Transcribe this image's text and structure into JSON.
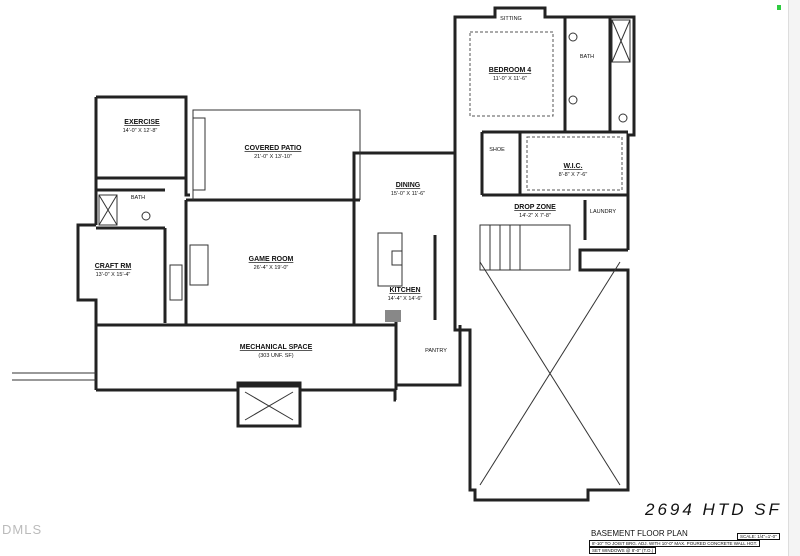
{
  "plan": {
    "title": "BASEMENT FLOOR PLAN",
    "heated_sf": "2694 HTD SF",
    "scale": "SCALE: 1/4\"=1'-0\"",
    "note_line1": "8'-10\" TO JOIST BRG. ADJ. WITH 10'-0\" MAX. POURED CONCRETE WALL HGT.",
    "note_line2": "SET WINDOWS @ 8'-0\" (T.O.)",
    "watermark": "DMLS"
  },
  "rooms": {
    "exercise": {
      "name": "EXERCISE",
      "dim": "14'-0\" X 12'-8\""
    },
    "covered_patio": {
      "name": "COVERED PATIO",
      "dim": "21'-0\" X 13'-10\""
    },
    "dining": {
      "name": "DINING",
      "dim": "15'-0\" X 11'-6\""
    },
    "game_room": {
      "name": "GAME ROOM",
      "dim": "26'-4\" X 19'-0\""
    },
    "craft_rm": {
      "name": "CRAFT RM",
      "dim": "13'-0\" X 15'-4\""
    },
    "bath_lower": {
      "name": "BATH"
    },
    "kitchen": {
      "name": "KITCHEN",
      "dim": "14'-4\" X 14'-6\""
    },
    "mechanical": {
      "name": "MECHANICAL SPACE",
      "dim": "(303 UNF. SF)"
    },
    "pantry": {
      "name": "PANTRY"
    },
    "sitting": {
      "name": "SITTING"
    },
    "bedroom4": {
      "name": "BEDROOM 4",
      "dim": "11'-0\" X 11'-6\""
    },
    "bath_upper": {
      "name": "BATH"
    },
    "shoe": {
      "name": "SHOE"
    },
    "wic": {
      "name": "W.I.C.",
      "dim": "8'-8\" X 7'-6\""
    },
    "drop_zone": {
      "name": "DROP ZONE",
      "dim": "14'-2\" X 7'-8\""
    },
    "laundry": {
      "name": "LAUNDRY"
    }
  }
}
